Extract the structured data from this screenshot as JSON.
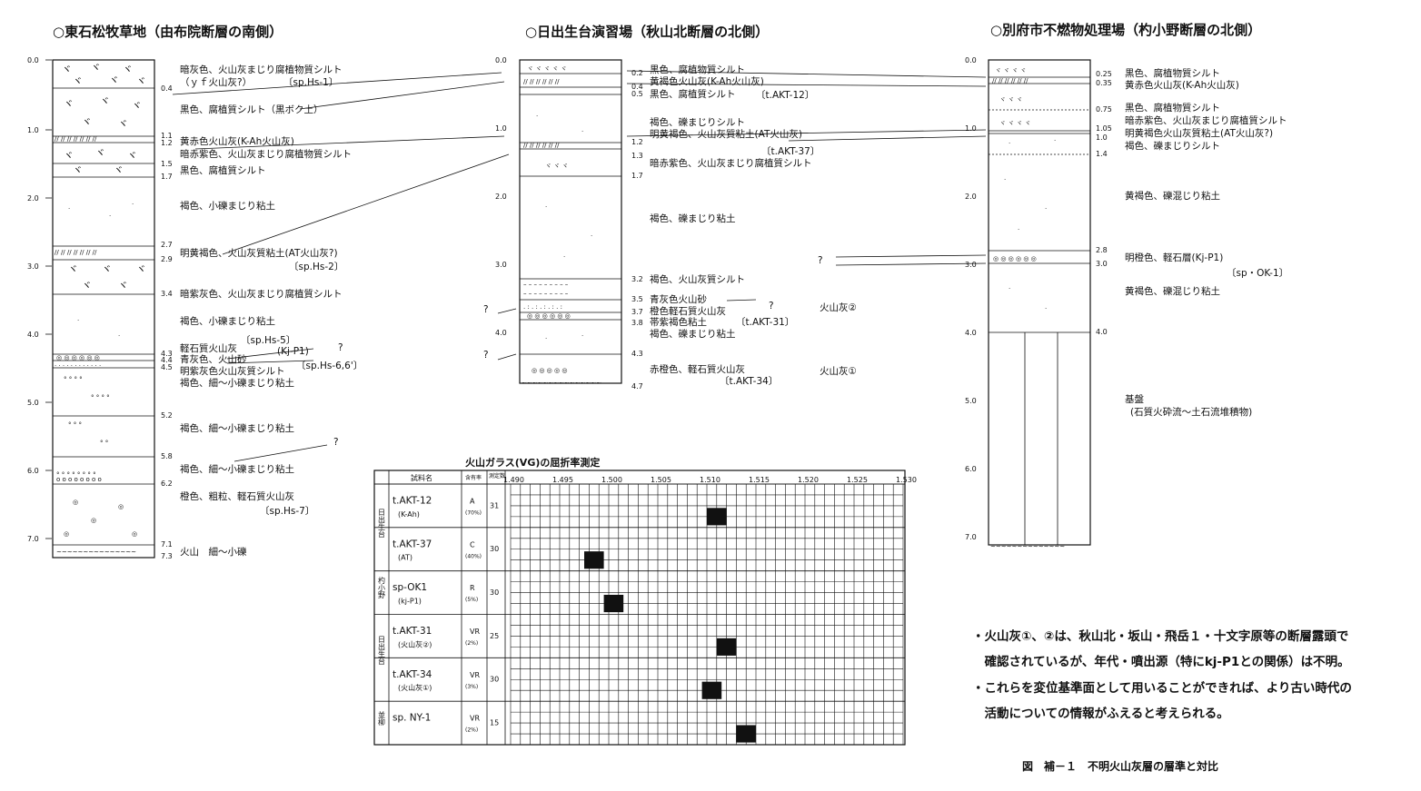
{
  "columns": [
    {
      "title": "○東石松牧草地（由布院断層の南側）",
      "scale": [
        "0.0",
        "1.0",
        "2.0",
        "3.0",
        "4.0",
        "5.0",
        "6.0",
        "7.0"
      ],
      "depths": [
        "0.4",
        "1.1",
        "1.2",
        "1.5",
        "1.7",
        "2.7",
        "2.9",
        "3.4",
        "4.3",
        "4.4",
        "4.5",
        "5.2",
        "5.8",
        "6.2",
        "7.1",
        "7.3"
      ],
      "labels": [
        "暗灰色、火山灰まじり腐植物質シルト",
        "（ｙｆ火山灰?）",
        "〔sp.Hs-1〕",
        "黒色、腐植質シルト（黒ボク土）",
        "黄赤色火山灰(K-Ah火山灰)",
        "暗赤紫色、火山灰まじり腐植物質シルト",
        "黒色、腐植質シルト",
        "褐色、小礫まじり粘土",
        "明黄褐色、火山灰質粘土(AT火山灰?)",
        "〔sp.Hs-2〕",
        "暗紫灰色、火山灰まじり腐植質シルト",
        "褐色、小礫まじり粘土",
        "〔sp.Hs-5〕",
        "軽石質火山灰",
        "(Kj-P1)",
        "?",
        "青灰色、火山砂",
        "〔sp.Hs-6,6'〕",
        "明紫灰色火山灰質シルト",
        "褐色、細～小礫まじり粘土",
        "褐色、細～小礫まじり粘土",
        "?",
        "褐色、細～小礫まじり粘土",
        "橙色、粗粒、軽石質火山灰",
        "〔sp.Hs-7〕",
        "火山　細～小礫"
      ]
    },
    {
      "title": "○日出生台演習場（秋山北断層の北側）",
      "scale": [
        "0.0",
        "1.0",
        "2.0",
        "3.0",
        "4.0"
      ],
      "depths": [
        "0.2",
        "0.4",
        "0.5",
        "1.2",
        "1.3",
        "1.7",
        "3.2",
        "3.5",
        "3.7",
        "3.8",
        "4.3",
        "4.7"
      ],
      "labels": [
        "黒色、腐植物質シルト",
        "黄褐色火山灰(K-Ah火山灰)",
        "黒色、腐植質シルト",
        "〔t.AKT-12〕",
        "褐色、礫まじりシルト",
        "明黄褐色、火山灰質粘土(AT火山灰)",
        "〔t.AKT-37〕",
        "暗赤紫色、火山灰まじり腐植質シルト",
        "褐色、礫まじり粘土",
        "褐色、火山灰質シルト",
        "青灰色火山砂",
        "?",
        "橙色軽石質火山灰",
        "帯紫褐色粘土",
        "〔t.AKT-31〕",
        "褐色、礫まじり粘土",
        "赤橙色、軽石質火山灰",
        "〔t.AKT-34〕",
        "火山灰②",
        "火山灰①",
        "?",
        "?"
      ]
    },
    {
      "title": "○別府市不燃物処理場（杓小野断層の北側）",
      "scale": [
        "0.0",
        "1.0",
        "2.0",
        "3.0",
        "4.0",
        "5.0",
        "6.0",
        "7.0"
      ],
      "depths": [
        "0.25",
        "0.35",
        "0.75",
        "1.05",
        "1.0",
        "1.4",
        "2.8",
        "3.0",
        "4.0"
      ],
      "labels": [
        "黒色、腐植物質シルト",
        "黄赤色火山灰(K-Ah火山灰)",
        "黒色、腐植物質シルト",
        "暗赤紫色、火山灰まじり腐植質シルト",
        "明黄褐色火山灰質粘土(AT火山灰?)",
        "褐色、礫まじりシルト",
        "黄褐色、礫混じり粘土",
        "明橙色、軽石層(Kj-P1)",
        "〔sp・OK-1〕",
        "黄褐色、礫混じり粘土",
        "基盤",
        "(石質火砕流～土石流堆積物)",
        "?"
      ]
    }
  ],
  "vg": {
    "title": "火山ガラス(VG)の屈折率測定",
    "headers": [
      "試料名",
      "含有率",
      "測定数"
    ],
    "ticks": [
      "1.490",
      "1.495",
      "1.500",
      "1.505",
      "1.510",
      "1.515",
      "1.520",
      "1.525",
      "1.530"
    ],
    "groups": [
      "日出生台",
      "杓小野",
      "日出生台",
      "並柳"
    ],
    "samples": [
      {
        "name": "t.AKT-12",
        "sub": "(K-Ah)",
        "grade": "A",
        "pct": "(70%)",
        "n": "31",
        "peak": 1.511
      },
      {
        "name": "t.AKT-37",
        "sub": "(AT)",
        "grade": "C",
        "pct": "(40%)",
        "n": "30",
        "peak": 1.4985
      },
      {
        "name": "sp-OK1",
        "sub": "(kj-P1)",
        "grade": "R",
        "pct": "(5%)",
        "n": "30",
        "peak": 1.5005
      },
      {
        "name": "t.AKT-31",
        "sub": "(火山灰②)",
        "grade": "VR",
        "pct": "(2%)",
        "n": "25",
        "peak": 1.512
      },
      {
        "name": "t.AKT-34",
        "sub": "(火山灰①)",
        "grade": "VR",
        "pct": "(3%)",
        "n": "30",
        "peak": 1.5105
      },
      {
        "name": "sp. NY-1",
        "sub": "",
        "grade": "VR",
        "pct": "(2%)",
        "n": "15",
        "peak": 1.514
      }
    ]
  },
  "notes": [
    "・火山灰①、②は、秋山北・坂山・飛岳１・十文字原等の断層露頭で",
    "　確認されているが、年代・噴出源（特にkj-P1との関係）は不明。",
    "・これらを変位基準面として用いることができれば、より古い時代の",
    "　活動についての情報がふえると考えられる。"
  ],
  "caption": "図　補－１　不明火山灰層の層準と対比"
}
